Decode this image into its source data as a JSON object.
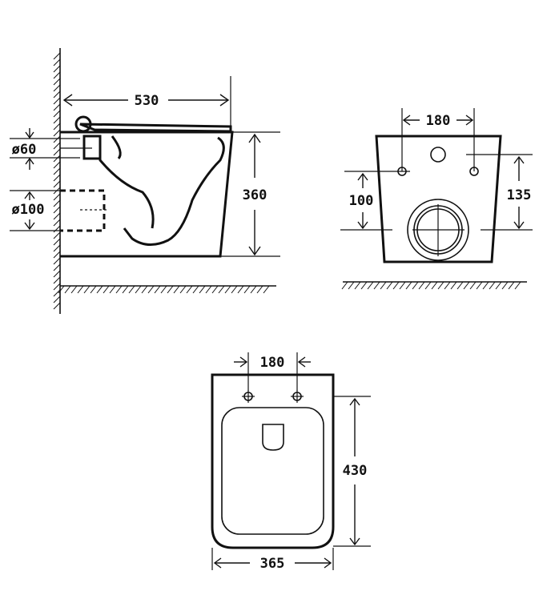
{
  "side_view": {
    "width_label": "530",
    "height_label": "360",
    "inlet_label": "ø60",
    "outlet_label": "ø100"
  },
  "rear_view": {
    "hole_spacing_label": "180",
    "outlet_height_label": "100",
    "hole_height_label": "135"
  },
  "top_view": {
    "hole_spacing_label": "180",
    "depth_label": "430",
    "width_label": "365"
  }
}
